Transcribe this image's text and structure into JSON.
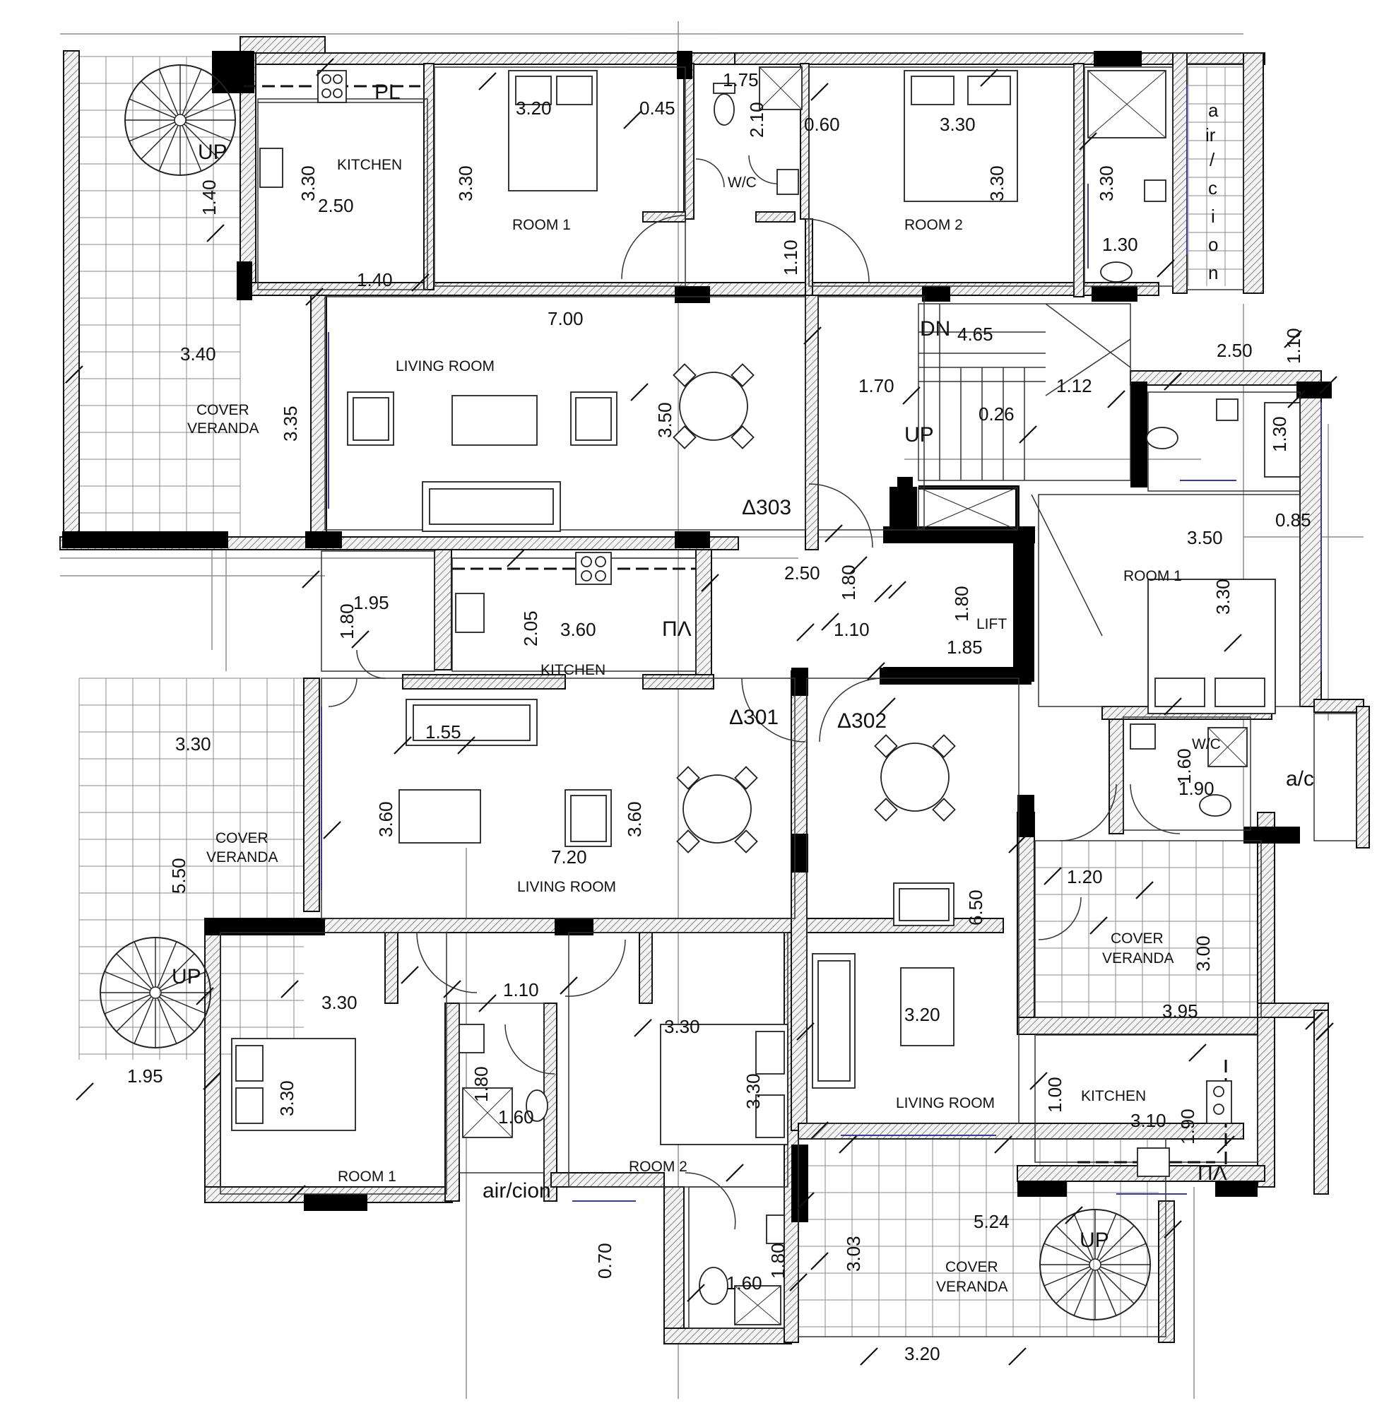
{
  "colors": {
    "walls": "#111111",
    "columns": "#000000",
    "hatch": "#555555",
    "windows": "#3a3a9a",
    "background": "#ffffff"
  },
  "icons": [
    "spiral-stair-icon",
    "dining-table-icon",
    "sofa-icon",
    "armchair-icon",
    "bed-icon",
    "toilet-icon",
    "sink-icon",
    "stove-icon",
    "shower-icon",
    "door-swing-icon"
  ],
  "apartments": {
    "a303": {
      "code": "Δ303",
      "kitchen": {
        "label": "KITCHEN",
        "w": "2.50",
        "h": "3.30",
        "d1": "1.40",
        "d2": "1.40",
        "pl": "PL"
      },
      "room1": {
        "label": "ROOM 1",
        "w": "3.20",
        "h": "3.30",
        "d": "0.45"
      },
      "wc": {
        "label": "W/C",
        "w": "1.75",
        "h": "2.10",
        "d": "0.60",
        "d2": "1.10"
      },
      "room2": {
        "label": "ROOM  2",
        "w": "3.30",
        "h": "3.30"
      },
      "bath": {
        "w": "3.30",
        "d": "1.30"
      },
      "aircon": {
        "letters": [
          "a",
          "ir",
          "/",
          "c",
          "i",
          "o",
          "n"
        ]
      },
      "living": {
        "label": "LIVING ROOM",
        "w": "7.00",
        "h": "3.35",
        "d": "3.50"
      },
      "veranda": {
        "label1": "COVER",
        "label2": "VERANDA",
        "w": "3.40"
      },
      "stair_up": "UP"
    },
    "core": {
      "dn": "DN",
      "d465": "4.65",
      "d170": "1.70",
      "d112": "1.12",
      "d026": "0.26",
      "up": "UP",
      "d250": "2.50",
      "d180": "1.80",
      "d110": "1.10",
      "lift": {
        "label": "LIFT",
        "h": "1.80",
        "w": "1.85"
      }
    },
    "a301": {
      "code": "Δ301",
      "hall": {
        "w": "1.95",
        "h": "1.80"
      },
      "kitchen": {
        "label": "KITCHEN",
        "w": "3.60",
        "h": "2.05",
        "pl": "ΠΛ"
      },
      "living": {
        "label": "LIVING ROOM",
        "w": "7.20",
        "h1": "3.60",
        "h2": "3.60",
        "d": "1.55"
      },
      "veranda": {
        "label1": "COVER",
        "label2": "VERANDA",
        "w": "3.30",
        "h": "5.50",
        "d": "1.95",
        "up": "UP"
      },
      "room1": {
        "label": "ROOM 1",
        "w": "3.30",
        "h": "3.30"
      },
      "corr": {
        "w": "1.10"
      },
      "bath": {
        "w": "1.60",
        "h": "1.80",
        "aircon": "air/cion"
      },
      "room2": {
        "label": "ROOM 2",
        "w": "3.30",
        "h": "3.30",
        "d": "0.70"
      },
      "wc2": {
        "w": "1.60",
        "h": "1.80"
      }
    },
    "a302": {
      "code": "Δ302",
      "top": {
        "w": "2.50",
        "h": "1.10",
        "d1": "1.30",
        "d2": "0.85"
      },
      "room1": {
        "label": "ROOM 1",
        "w": "3.50",
        "h": "3.30"
      },
      "wc": {
        "label": "W/C",
        "w": "1.90",
        "h": "1.60",
        "ac": "a/c"
      },
      "living": {
        "label": "LIVING ROOM",
        "h": "6.50",
        "w": "3.20"
      },
      "veranda1": {
        "label1": "COVER",
        "label2": "VERANDA",
        "w": "3.95",
        "h": "3.00",
        "d": "1.20"
      },
      "kitchen": {
        "label": "KITCHEN",
        "w": "3.10",
        "h": "1.00",
        "d": "1.90",
        "pl": "ΠΛ"
      },
      "veranda2": {
        "label1": "COVER",
        "label2": "VERANDA",
        "w": "5.24",
        "h": "3.03",
        "d": "3.20",
        "up": "UP"
      }
    }
  }
}
